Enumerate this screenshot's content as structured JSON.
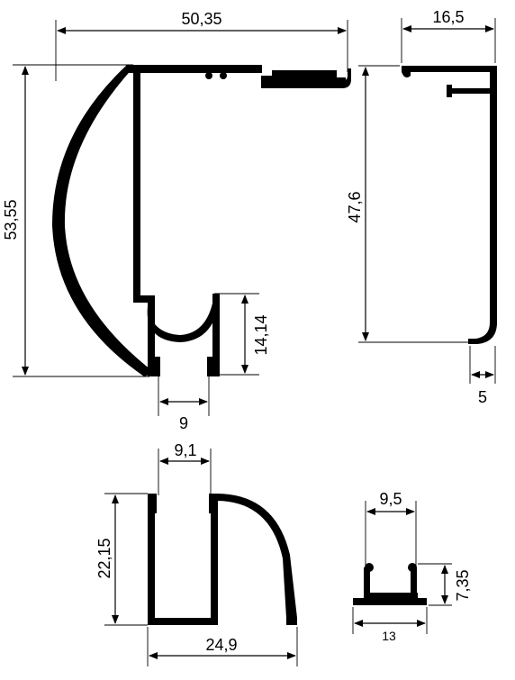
{
  "colors": {
    "profile": "#000000",
    "background": "#ffffff"
  },
  "profiles": {
    "large_profile": {
      "width_label": "50,35",
      "height_label": "53,55",
      "channel_height_label": "14,14",
      "channel_width_label": "9"
    },
    "end_profile": {
      "width_label": "16,5",
      "height_label": "47,6",
      "lip_label": "5"
    },
    "quarter_profile": {
      "slot_width_label": "9,1",
      "height_label": "22,15",
      "width_label": "24,9"
    },
    "small_channel": {
      "inner_width_label": "9,5",
      "height_label": "7,35",
      "base_width_label": "13"
    }
  }
}
